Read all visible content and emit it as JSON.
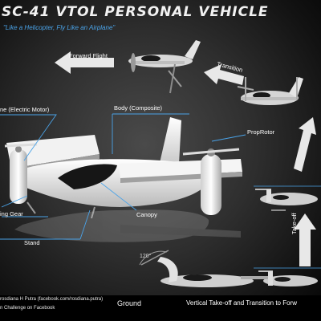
{
  "header": {
    "title": "SC-41 VTOL PERSONAL VEHICLE",
    "subtitle": "\"Like a Helicopter, Fly Like an Airplane\""
  },
  "labels": {
    "forward_flight": "Forward Flight",
    "transition": "Transition",
    "engine": "ne (Electric Motor)",
    "body": "Body (Composite)",
    "proprotor": "PropRotor",
    "landing_gear": "ing Gear",
    "canopy": "Canopy",
    "stand": "Stand",
    "take_off": "Take-off",
    "angle": "120°"
  },
  "footer": {
    "credit_line1": "rosdiana H Putra (facebook.com/rosdiana.putra)",
    "credit_line2": "n Challenge on Facebook",
    "ground": "Ground",
    "caption": "Vertical Take-off and Transition to Forw"
  },
  "colors": {
    "accent_blue": "#4aa3e8",
    "arrow_fill": "#e8e8e8",
    "body_white": "#eeeeee",
    "background": "#2e2e2e"
  }
}
